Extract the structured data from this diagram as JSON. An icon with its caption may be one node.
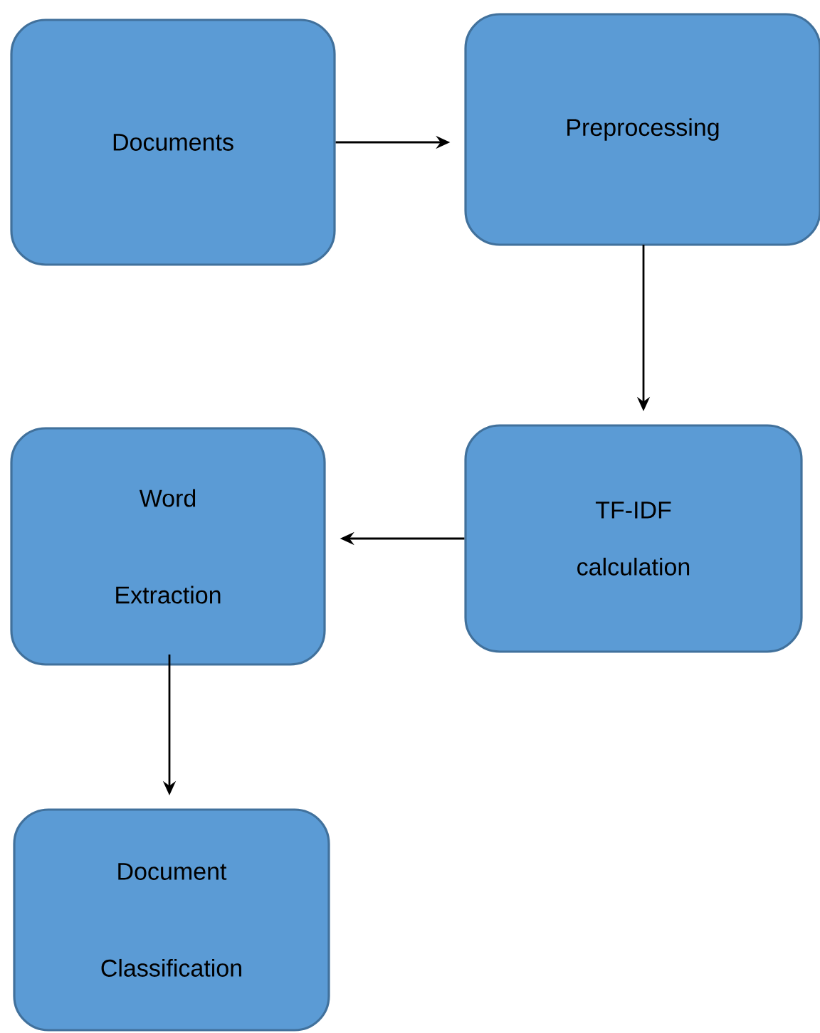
{
  "diagram": {
    "nodes": [
      {
        "text": [
          "Documents"
        ]
      },
      {
        "text": [
          "Preprocessing"
        ]
      },
      {
        "text": [
          "TF-IDF calculation"
        ]
      },
      {
        "text": [
          "Word Extraction"
        ]
      },
      {
        "text": [
          "Document Classification"
        ]
      }
    ],
    "edges": [
      {
        "from": 0,
        "to": 1,
        "arrow": "to"
      },
      {
        "from": 1,
        "to": 2,
        "arrow": "to"
      },
      {
        "from": 2,
        "to": 3,
        "arrow": "to"
      },
      {
        "from": 3,
        "to": 4,
        "arrow": "to"
      }
    ]
  }
}
